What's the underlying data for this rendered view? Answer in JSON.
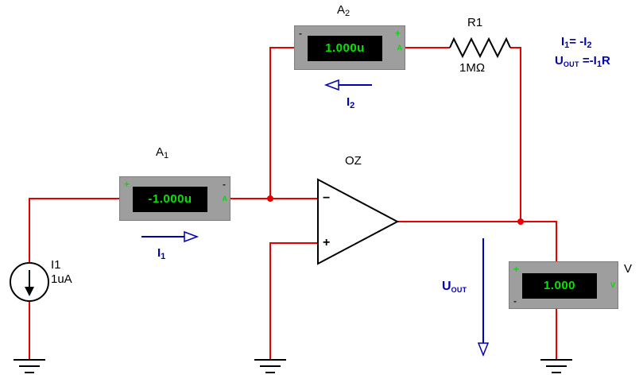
{
  "meters": {
    "a1": {
      "label": "A",
      "label_sub": "1",
      "value": "-1.000u",
      "pos_sign": "+",
      "neg_sign": "-",
      "unit": "A"
    },
    "a2": {
      "label": "A",
      "label_sub": "2",
      "value": "1.000u",
      "pos_sign": "+",
      "neg_sign": "-",
      "unit": "A"
    },
    "voltmeter": {
      "label": "V",
      "value": "1.000",
      "pos_sign": "+",
      "neg_sign": "-",
      "unit": "V"
    }
  },
  "components": {
    "resistor": {
      "name": "R1",
      "value": "1MΩ"
    },
    "opamp": {
      "name": "OZ",
      "minus_sign": "−",
      "plus_sign": "+"
    },
    "current_source": {
      "name": "I1",
      "value": "1uA"
    }
  },
  "annotations": {
    "i1_base": "I",
    "i1_sub": "1",
    "i2_base": "I",
    "i2_sub": "2",
    "uout_base": "U",
    "uout_sub": "OUT",
    "eq1_base": "I",
    "eq1_sub": "1",
    "eq1_mid": "= -I",
    "eq1_sub2": "2",
    "eq2_base": "U",
    "eq2_sub": "OUT",
    "eq2_mid": " =-I",
    "eq2_sub2": "1",
    "eq2_tail": "R"
  },
  "colors": {
    "wire": "#e60000",
    "annotation_blue": "#0000b4",
    "lcd_text": "#00e600",
    "meter_bezel": "#9e9e9e"
  }
}
